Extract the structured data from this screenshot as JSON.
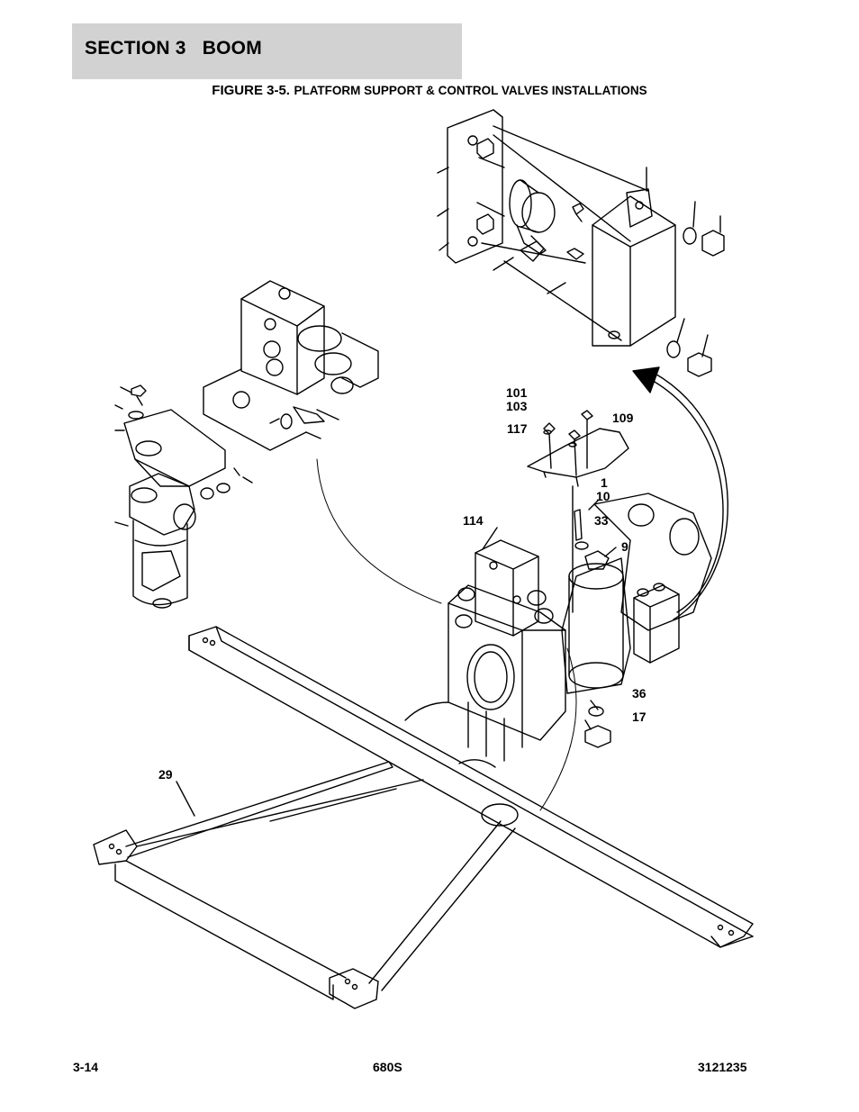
{
  "header": {
    "section_title": "SECTION 3   BOOM"
  },
  "figure": {
    "caption_lead": "FIGURE 3-5.",
    "caption_rest": "PLATFORM SUPPORT & CONTROL VALVES INSTALLATIONS"
  },
  "callouts": {
    "c101": "101",
    "c103": "103",
    "c117": "117",
    "c109": "109",
    "c1": "1",
    "c10": "10",
    "c114": "114",
    "c33": "33",
    "c9": "9",
    "c36": "36",
    "c17": "17",
    "c29": "29"
  },
  "footer": {
    "page_number": "3-14",
    "model": "680S",
    "doc_number": "3121235"
  }
}
